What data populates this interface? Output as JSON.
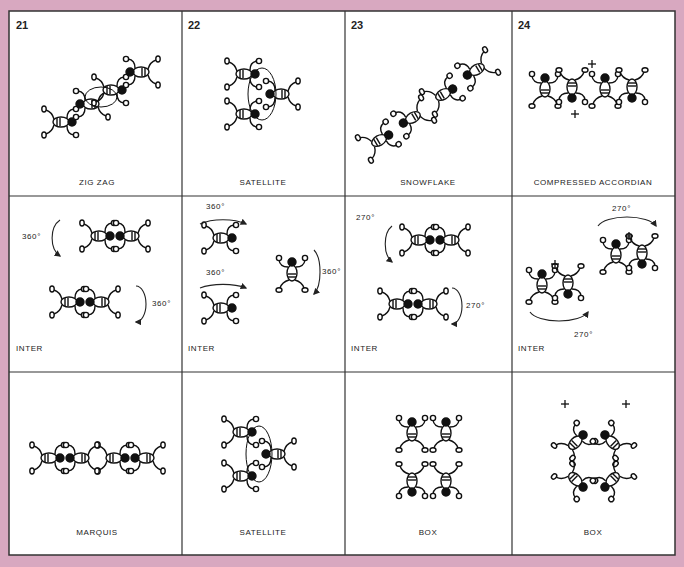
{
  "diagram": {
    "labels": [
      "21",
      "22",
      "23",
      "24",
      "ZIG ZAG",
      "SATELLITE",
      "SNOWFLAKE",
      "COMPRESSED ACCORDIAN",
      "360°",
      "360°",
      "INTER",
      "360°",
      "360°",
      "360°",
      "INTER",
      "270°",
      "270°",
      "INTER",
      "270°",
      "270°",
      "INTER",
      "MARQUIS",
      "SATELLITE",
      "BOX",
      "BOX"
    ]
  }
}
